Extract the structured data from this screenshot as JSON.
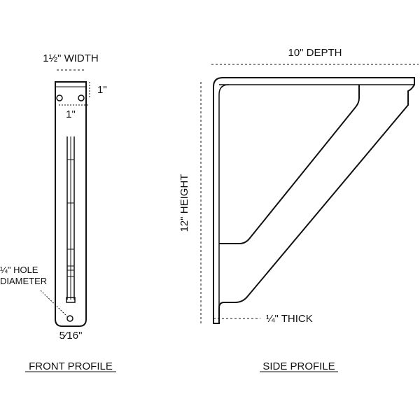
{
  "front_profile": {
    "width_label": "1½\" WIDTH",
    "top_offset_label": "1\"",
    "hole_spacing_label": "1\"",
    "hole_diameter_label_line1": "¼\" HOLE",
    "hole_diameter_label_line2": "DIAMETER",
    "bottom_offset_label": "5⁄16\"",
    "caption": "FRONT PROFILE"
  },
  "side_profile": {
    "depth_label": "10\" DEPTH",
    "height_label": "12\" HEIGHT",
    "thickness_label": "¼\" THICK",
    "caption": "SIDE PROFILE"
  },
  "colors": {
    "ink": "#111111",
    "background": "#ffffff"
  }
}
